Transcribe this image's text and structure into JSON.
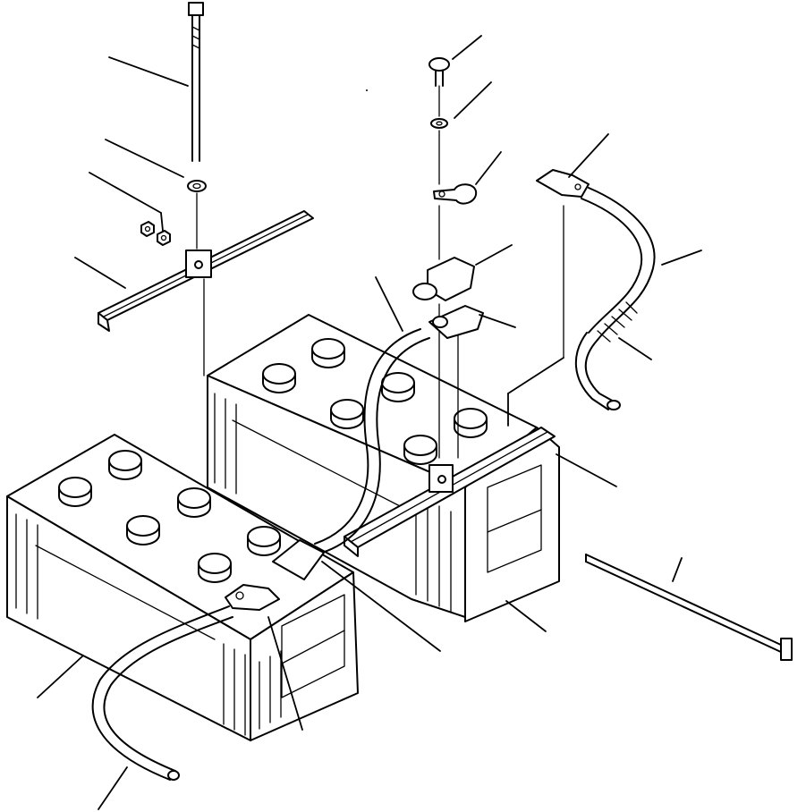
{
  "diagram": {
    "parts": [
      "battery-left",
      "battery-right",
      "hold-down-bar-upper",
      "hold-down-bar-lower",
      "long-bolt-upper",
      "long-bolt-lower",
      "washer-upper",
      "nut-upper",
      "nut-upper-2",
      "bolt-small",
      "washer-small",
      "clamp",
      "terminal-cover",
      "cable-connector",
      "cable-positive",
      "cable-negative",
      "ground-cable",
      "terminal-left"
    ],
    "callout_count": 20
  }
}
